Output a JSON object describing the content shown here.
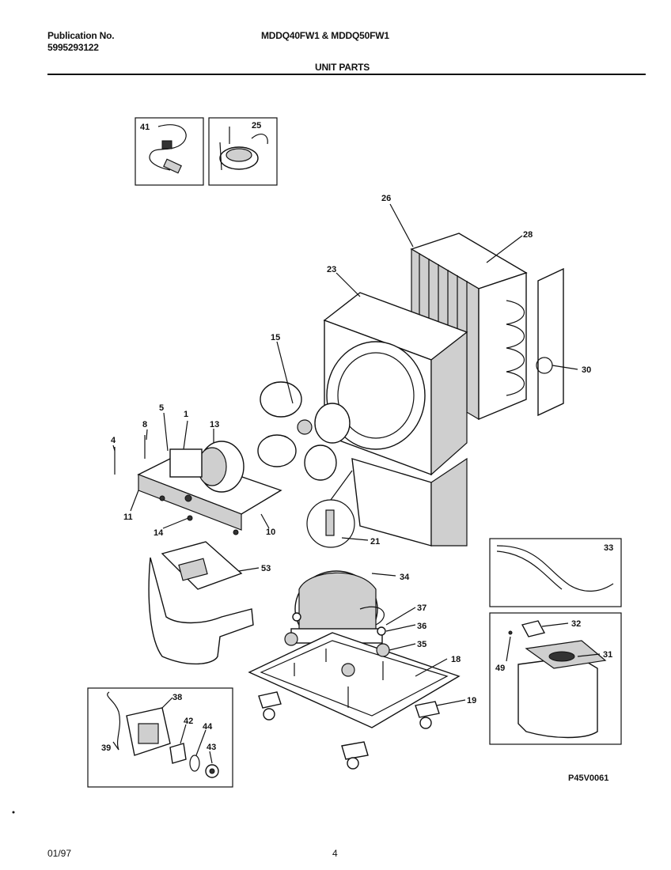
{
  "header": {
    "publication_label": "Publication No.",
    "publication_number": "5995293122",
    "model": "MDDQ40FW1 & MDDQ50FW1",
    "section": "UNIT PARTS"
  },
  "callouts": {
    "c41": "41",
    "c25": "25",
    "c26": "26",
    "c28": "28",
    "c23": "23",
    "c30": "30",
    "c15": "15",
    "c5": "5",
    "c1": "1",
    "c8": "8",
    "c13": "13",
    "c4": "4",
    "c11": "11",
    "c14": "14",
    "c10": "10",
    "c21": "21",
    "c53": "53",
    "c34": "34",
    "c33": "33",
    "c37": "37",
    "c36": "36",
    "c35": "35",
    "c18": "18",
    "c32": "32",
    "c31": "31",
    "c49": "49",
    "c19": "19",
    "c38": "38",
    "c42": "42",
    "c44": "44",
    "c43": "43",
    "c39": "39"
  },
  "diagram_code": "P45V0061",
  "footer": {
    "date": "01/97",
    "page": "4"
  }
}
